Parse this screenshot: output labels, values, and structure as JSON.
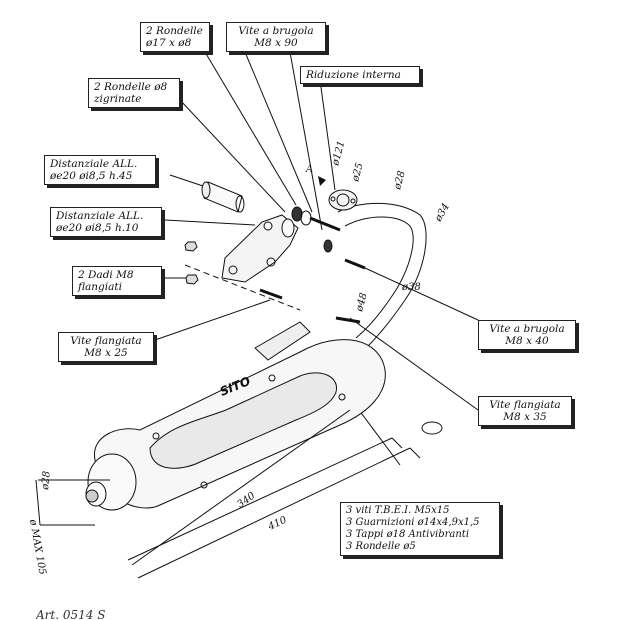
{
  "labels": {
    "rondelle_17": [
      "2 Rondelle",
      "ø17 x ø8"
    ],
    "vite_brugola_90": [
      "Vite a brugola",
      "M8 x 90"
    ],
    "riduzione": [
      "Riduzione interna"
    ],
    "rondelle_8": [
      "2 Rondelle ø8",
      "zigrinate"
    ],
    "distanziale_45": [
      "Distanziale ALL.",
      "øe20 øi8,5 h.45"
    ],
    "distanziale_10": [
      "Distanziale ALL.",
      "øe20 øi8,5 h.10"
    ],
    "dadi": [
      "2 Dadi M8",
      "flangiati"
    ],
    "vite_flangiata_25": [
      "Vite flangiata",
      "M8 x 25"
    ],
    "vite_brugola_40": [
      "Vite a brugola",
      "M8 x 40"
    ],
    "vite_flangiata_35": [
      "Vite flangiata",
      "M8 x 35"
    ],
    "kit": [
      "3 viti T.B.E.I. M5x15",
      "3 Guarnizioni ø14x4,9x1,5",
      "3 Tappi ø18 Antivibranti",
      "3 Rondelle ø5"
    ]
  },
  "dimensions": {
    "d121": "ø121",
    "d25": "ø25",
    "d28_top": "ø28",
    "d34": "ø34",
    "d38": "ø38",
    "d48": "ø48",
    "d28_left": "ø28",
    "max105": "ø MAX 105",
    "len340": "340",
    "len410": "410",
    "view_a": "A"
  },
  "brand_logo": "SITO",
  "footer_text": "Art. 0514 S"
}
